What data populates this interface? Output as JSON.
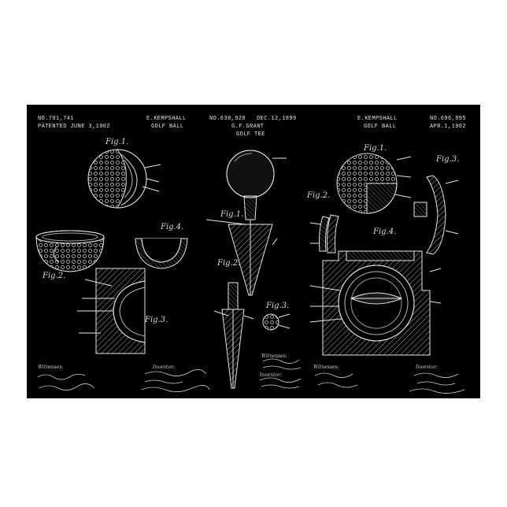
{
  "poster": {
    "panels": [
      {
        "patent_number": "NO.701,741",
        "patent_date": "PATENTED JUNE 3,1902",
        "inventor": "E.KEMPSHALL",
        "title": "GOLF BALL",
        "figures": [
          "Fig.1.",
          "Fig.2.",
          "Fig.3.",
          "Fig.4."
        ],
        "witnesses_label": "Witnesses:",
        "inventor_label": "Inventor:"
      },
      {
        "patent_number": "NO.638,920",
        "patent_date": "DEC.12,1899",
        "inventor": "G.F.GRANT",
        "title": "GOLF TEE",
        "figures": [
          "Fig.1.",
          "Fig.2.",
          "Fig.3."
        ],
        "witnesses_label": "Witnesses:",
        "inventor_label": "Inventor:"
      },
      {
        "patent_number": "NO.696,895",
        "patent_date": "APR.1,1902",
        "inventor": "E.KEMPSHALL",
        "title": "GOLF BALL",
        "figures": [
          "Fig.1.",
          "Fig.2.",
          "Fig.3.",
          "Fig.4."
        ],
        "witnesses_label": "Witnesses:",
        "inventor_label": "Inventor:"
      }
    ],
    "colors": {
      "background": "#000000",
      "line": "#e6e6e6",
      "page": "#ffffff"
    }
  }
}
